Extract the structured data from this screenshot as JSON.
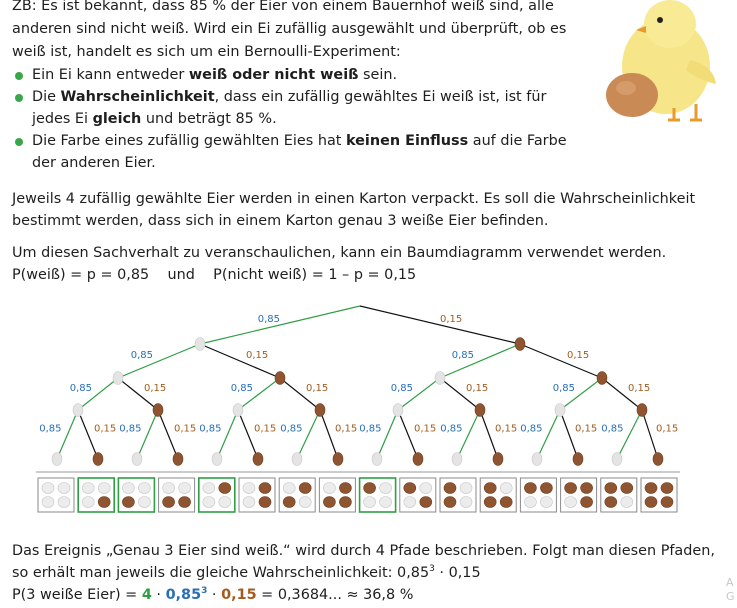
{
  "text": {
    "line1": "ZB: Es ist bekannt, dass 85 % der Eier von einem Bauernhof weiß sind, alle",
    "line2": "anderen sind nicht weiß. Wird ein Ei zufällig ausgewählt und überprüft, ob es",
    "line3": "weiß ist, handelt es sich um ein Bernoulli-Experiment:",
    "b1_pre": "Ein Ei kann entweder ",
    "b1_bold": "weiß oder nicht weiß",
    "b1_post": " sein.",
    "b2_pre": "Die ",
    "b2_bold": "Wahrscheinlichkeit",
    "b2_post": ", dass ein zufällig gewähltes Ei weiß ist, ist für",
    "b2b_pre": "jedes Ei ",
    "b2b_bold": "gleich",
    "b2b_post": " und beträgt 85 %.",
    "b3_pre": "Die Farbe eines zufällig gewählten Eies hat ",
    "b3_bold": "keinen Einfluss",
    "b3_post": " auf die Farbe",
    "b3b": "der anderen Eier.",
    "para2_1": "Jeweils 4 zufällig gewählte Eier werden in einen Karton verpackt. Es soll die Wahrscheinlichkeit",
    "para2_2": "bestimmt werden, dass sich in einem Karton genau 3 weiße Eier befinden.",
    "para3_1": "Um diesen Sachverhalt zu veranschaulichen, kann ein Baumdiagramm verwendet werden.",
    "para3_2": "P(weiß) = p = 0,85    und    P(nicht weiß) = 1 – p = 0,15",
    "para4_1": "Das Ereignis „Genau 3 Eier sind weiß.“ wird durch 4 Pfade beschrieben. Folgt man diesen Pfaden,",
    "para4_2_pre": "so erhält man jeweils die gleiche Wahrscheinlichkeit: 0,85",
    "para4_2_exp": "3",
    "para4_2_post": " · 0,15",
    "para5_pre": "P(3 weiße Eier) = ",
    "para5_4": "4",
    "para5_dot1": " · ",
    "para5_085": "0,85",
    "para5_exp": "3",
    "para5_dot2": " · ",
    "para5_015": "0,15",
    "para5_post": " = 0,3684... ≈ 36,8 %",
    "edge_char": "A",
    "edge_char2": "G"
  },
  "tree": {
    "p_white": "0,85",
    "p_brown": "0,15",
    "colors": {
      "white_edge": "#2f9e44",
      "white_label": "#2a6fb5",
      "brown_label": "#a35c1e",
      "black": "#111111",
      "white_egg": "#e4e4e4",
      "brown_egg": "#8e5530",
      "box_highlight": "#2f9e44"
    },
    "carton_count": 16,
    "highlighted_cartons": [
      1,
      2,
      4,
      8
    ]
  }
}
